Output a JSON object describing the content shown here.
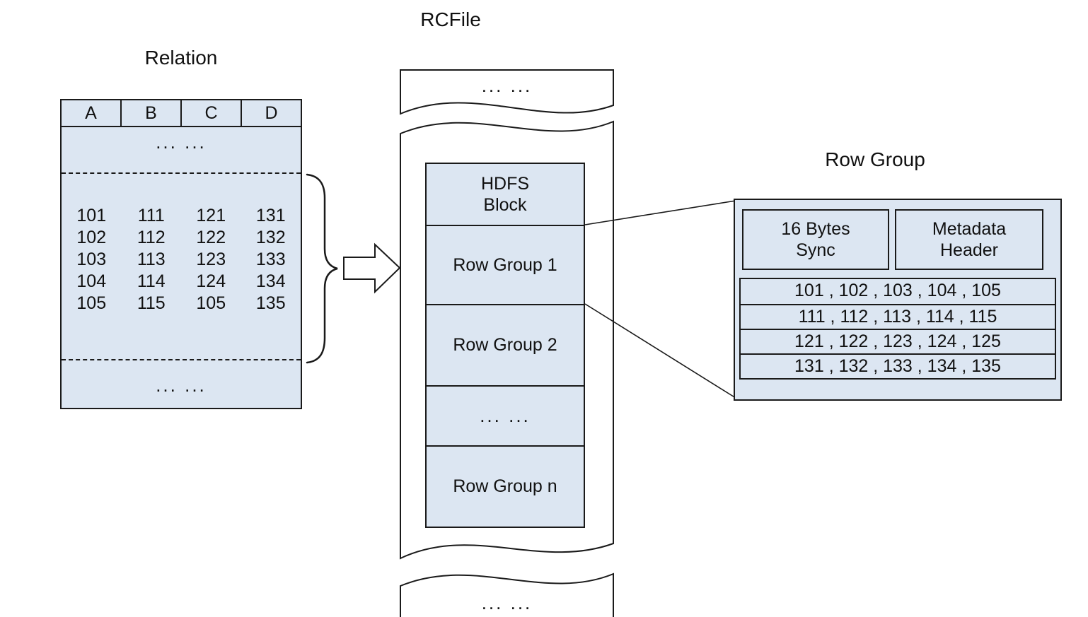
{
  "titles": {
    "relation": "Relation",
    "rcfile": "RCFile",
    "row_group": "Row Group"
  },
  "ellipsis": "... ...",
  "relation_table": {
    "headers": [
      "A",
      "B",
      "C",
      "D"
    ],
    "rows": [
      [
        "101",
        "111",
        "121",
        "131"
      ],
      [
        "102",
        "112",
        "122",
        "132"
      ],
      [
        "103",
        "113",
        "123",
        "133"
      ],
      [
        "104",
        "114",
        "124",
        "134"
      ],
      [
        "105",
        "115",
        "105",
        "135"
      ]
    ]
  },
  "rcfile": {
    "hdfs_block": "HDFS\nBlock",
    "row_groups": [
      "Row Group 1",
      "Row Group 2",
      "... ...",
      "Row Group n"
    ]
  },
  "row_group_detail": {
    "sync": "16 Bytes\nSync",
    "metadata_header": "Metadata\nHeader",
    "rows": [
      "101 , 102 , 103 , 104 , 105",
      "111 , 112 , 113 , 114 , 115",
      "121 , 122 , 123 , 124 , 125",
      "131 , 132 , 133 , 134 , 135"
    ]
  },
  "colors": {
    "box_fill": "#dce6f2",
    "line": "#1a1a1a",
    "background": "#ffffff"
  }
}
